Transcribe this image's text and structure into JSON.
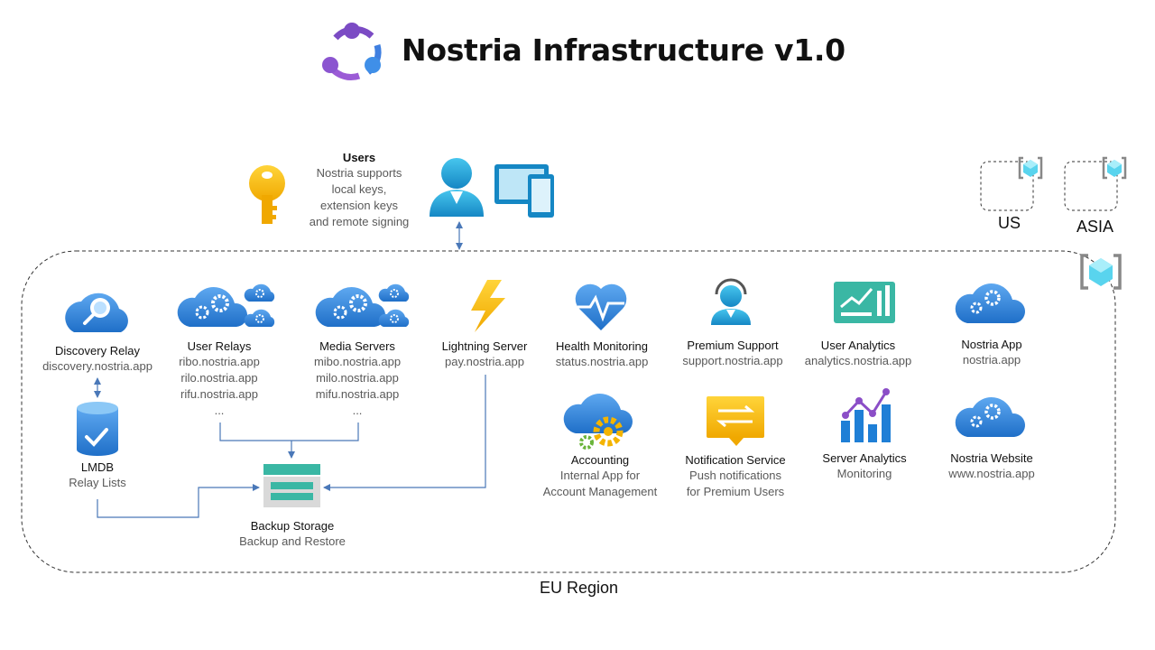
{
  "header": {
    "title": "Nostria Infrastructure v1.0"
  },
  "users": {
    "title": "Users",
    "lines": [
      "Nostria supports",
      "local keys,",
      "extension keys",
      "and remote signing"
    ]
  },
  "regions": {
    "us": "US",
    "asia": "ASIA",
    "eu": "EU Region"
  },
  "nodes": {
    "discovery": {
      "title": "Discovery Relay",
      "lines": [
        "discovery.nostria.app"
      ]
    },
    "lmdb": {
      "title": "LMDB",
      "lines": [
        "Relay Lists"
      ]
    },
    "user_relays": {
      "title": "User Relays",
      "lines": [
        "ribo.nostria.app",
        "rilo.nostria.app",
        "rifu.nostria.app",
        "..."
      ]
    },
    "media_servers": {
      "title": "Media Servers",
      "lines": [
        "mibo.nostria.app",
        "milo.nostria.app",
        "mifu.nostria.app",
        "..."
      ]
    },
    "lightning": {
      "title": "Lightning Server",
      "lines": [
        "pay.nostria.app"
      ]
    },
    "backup": {
      "title": "Backup Storage",
      "lines": [
        "Backup and Restore"
      ]
    },
    "health": {
      "title": "Health Monitoring",
      "lines": [
        "status.nostria.app"
      ]
    },
    "premium": {
      "title": "Premium Support",
      "lines": [
        "support.nostria.app"
      ]
    },
    "user_analytics": {
      "title": "User Analytics",
      "lines": [
        "analytics.nostria.app"
      ]
    },
    "nostria_app": {
      "title": "Nostria App",
      "lines": [
        "nostria.app"
      ]
    },
    "accounting": {
      "title": "Accounting",
      "lines": [
        "Internal App for",
        "Account Management"
      ]
    },
    "notification": {
      "title": "Notification Service",
      "lines": [
        "Push notifications",
        "for Premium Users"
      ]
    },
    "server_analytics": {
      "title": "Server Analytics",
      "lines": [
        "Monitoring"
      ]
    },
    "website": {
      "title": "Nostria Website",
      "lines": [
        "www.nostria.app"
      ]
    }
  },
  "icons": {
    "logo": "nostria-logo-icon",
    "key": "key-icon",
    "user": "user-icon",
    "devices": "devices-icon",
    "search_cloud": "search-cloud-icon",
    "database": "database-icon",
    "cloud_gears": "cloud-gears-icon",
    "lightning": "lightning-icon",
    "heart_pulse": "heart-pulse-icon",
    "support": "support-agent-icon",
    "analytics": "analytics-board-icon",
    "storage": "storage-icon",
    "notification": "notification-icon",
    "bar_chart": "bar-chart-icon",
    "region": "region-bracket-icon"
  },
  "colors": {
    "azure_blue": "#1F7FD6",
    "azure_light": "#5EA8F0",
    "lightning": "#F7B500",
    "teal": "#3AB7A4",
    "purple": "#8B4EC7",
    "connector": "#4A78B8"
  }
}
